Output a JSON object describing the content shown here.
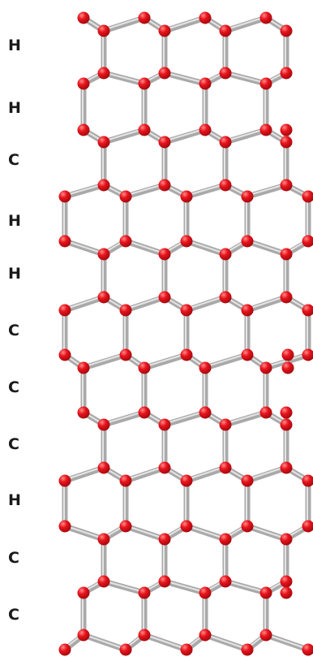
{
  "stacking_labels": [
    "H",
    "H",
    "C",
    "H",
    "H",
    "C",
    "C",
    "C",
    "H",
    "C",
    "C"
  ],
  "colors": {
    "atom": "#e8141c",
    "atom_highlight": "#ff8a8a",
    "bond": "#a9a9a9",
    "bond_highlight": "#e4e4e4",
    "label": "#1a1a1a"
  }
}
